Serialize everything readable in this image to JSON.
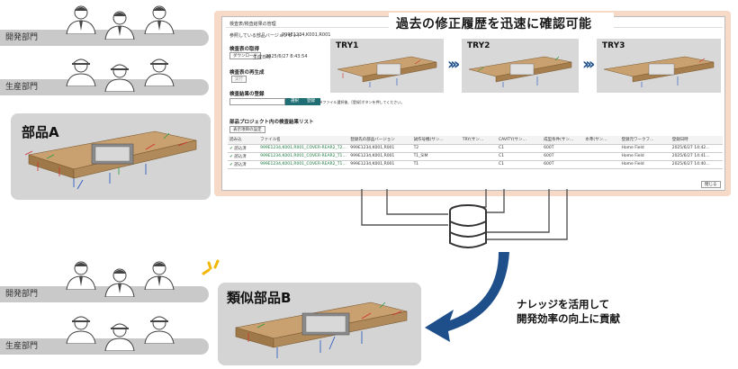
{
  "groups": {
    "dev_label": "開発部門",
    "prod_label": "生産部門"
  },
  "part_a": {
    "title": "部品A"
  },
  "part_b": {
    "title": "類似部品B"
  },
  "hero": {
    "text": "過去の修正履歴を迅速に確認可能"
  },
  "knowledge": {
    "line1": "ナレッジを活用して",
    "line2": "開発効率の向上に貢献"
  },
  "app": {
    "breadcrumb": "検査表/検査結果の管理",
    "ref_label": "参照している部品バージョンセット",
    "ref_value": "999E1234,K001,R001",
    "get_title": "検査表の取得",
    "download_btn": "ダウンロード",
    "date_label": "生成日時",
    "date_value": "2025/6/27 8:43:54",
    "regen_title": "検査表の再生成",
    "regen_btn": "実行",
    "register_title": "検査結果の登録",
    "select_btn": "選択",
    "register_btn": "登録",
    "register_note": "※ファイル選択後、[登録]ボタンを押してください。",
    "list_title": "部品プロジェクト内の検査結果リスト",
    "settings_btn": "表示項目の設定",
    "close_btn": "閉じる",
    "columns": [
      "読み込",
      "ファイル名",
      "登録先の部品バージョン",
      "試作号機(サン…",
      "TRY(サン…",
      "CAVITY(サン…",
      "成型条件(サン…",
      "水準(サン…",
      "登録元ワークフ…",
      "登録日時"
    ],
    "rows": [
      [
        "読込済",
        "999E1234,K001,R001_COVER-REAR2_T2…",
        "999E1234,K001,R001",
        "T2",
        "",
        "C1",
        "600T",
        "",
        "Home Field",
        "2025/6/27 14:42…"
      ],
      [
        "読込済",
        "999E1234,K001,R001_COVER-REAR2_T1…",
        "999E1234,K001,R001",
        "T1_SIM",
        "",
        "C1",
        "600T",
        "",
        "Home Field",
        "2025/6/27 14:41…"
      ],
      [
        "読込済",
        "999E1234,K001,R001_COVER-REAR2_T1…",
        "999E1234,K001,R001",
        "T1",
        "",
        "C1",
        "600T",
        "",
        "Home Field",
        "2025/6/27 14:40…"
      ]
    ]
  },
  "tries": [
    {
      "label": "TRY1"
    },
    {
      "label": "TRY2"
    },
    {
      "label": "TRY3"
    }
  ],
  "colors": {
    "band": "#c9c9c9",
    "frame": "#f7d9c8",
    "arrow": "#1e4f8a",
    "teal": "#1f6e73",
    "part_body": "#b08a5a"
  },
  "icons": [
    "person-icon",
    "hardhat-person-icon",
    "database-icon",
    "chevron-right-icon",
    "check-icon",
    "curved-arrow-icon",
    "spark-icon"
  ]
}
